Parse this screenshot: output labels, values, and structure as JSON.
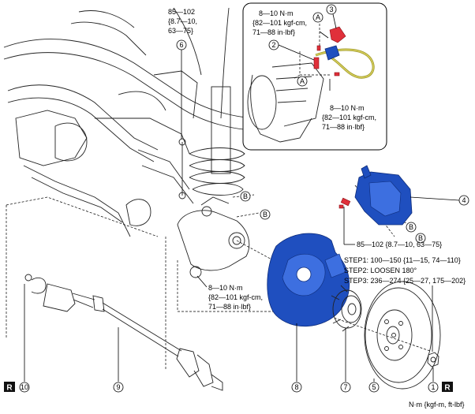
{
  "callouts": {
    "c1": "1",
    "c2": "2",
    "c3": "3",
    "c4": "4",
    "c5": "5",
    "c6": "6",
    "c7": "7",
    "c8": "8",
    "c9": "9",
    "c10": "10"
  },
  "refs": {
    "a": "A",
    "b": "B"
  },
  "badge": "R",
  "torque_top": [
    "85—102",
    "{8.7—10,",
    "63—75}"
  ],
  "torque_inset_upper": [
    "8—10 N·m",
    "{82—101 kgf-cm,",
    "71—88 in·lbf}"
  ],
  "torque_inset_lower": [
    "8—10 N·m",
    "{82—101 kgf-cm,",
    "71—88 in·lbf}"
  ],
  "torque_knuckle": [
    "8—10 N·m",
    "{82—101 kgf-cm,",
    "71—88 in·lbf}"
  ],
  "torque_caliper": "85—102 {8.7—10, 63—75}",
  "steps": [
    "STEP1: 100—150 {11—15, 74—110}",
    "STEP2: LOOSEN 180°",
    "STEP3: 236—274 {25—27, 175—202}"
  ],
  "units": "N·m {kgf-m, ft-lbf}",
  "colors": {
    "part_blue": "#1f4fbf",
    "bolt_red": "#e0303a",
    "hose_green": "#b8b030"
  }
}
